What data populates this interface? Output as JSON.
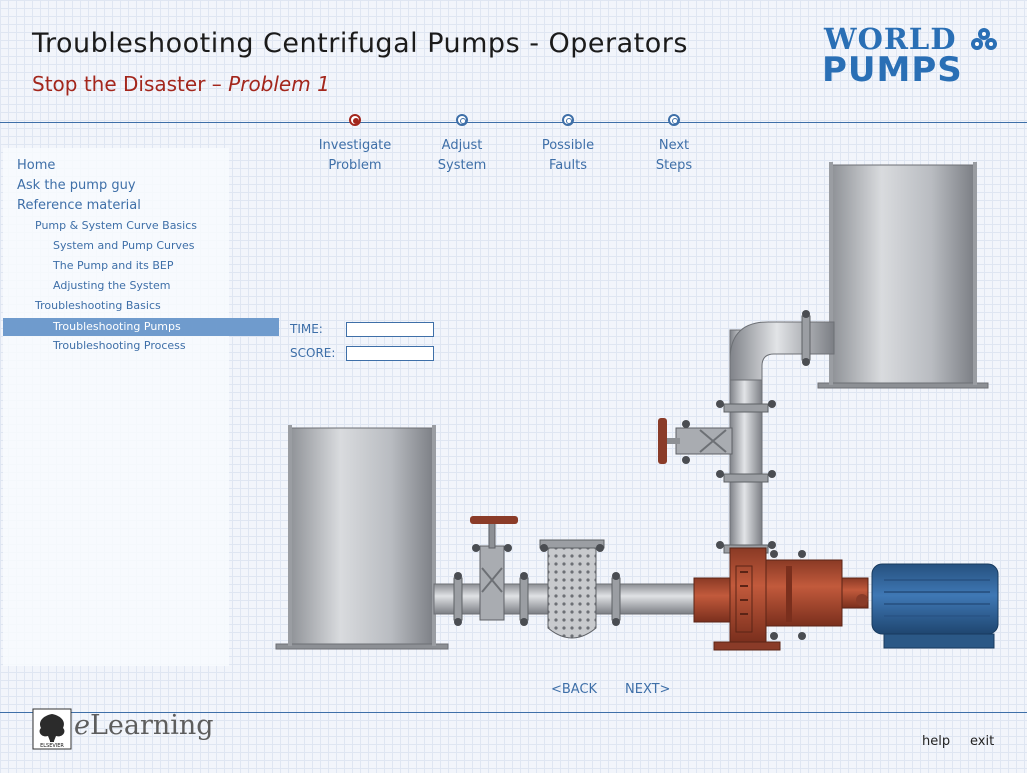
{
  "header": {
    "title": "Troubleshooting Centrifugal Pumps - Operators",
    "subtitle_prefix": "Stop the Disaster – ",
    "subtitle_problem": "Problem 1",
    "logo_line1": "WORLD",
    "logo_line2": "PUMPS"
  },
  "steps": [
    {
      "line1": "Investigate",
      "line2": "Problem",
      "active": true
    },
    {
      "line1": "Adjust",
      "line2": "System",
      "active": false
    },
    {
      "line1": "Possible",
      "line2": "Faults",
      "active": false
    },
    {
      "line1": "Next",
      "line2": "Steps",
      "active": false
    }
  ],
  "sidebar": {
    "items": [
      {
        "label": "Home",
        "level": 0
      },
      {
        "label": "Ask the pump guy",
        "level": 0
      },
      {
        "label": "Reference material",
        "level": 0
      },
      {
        "label": "Pump & System Curve Basics",
        "level": 1
      },
      {
        "label": "System and Pump Curves",
        "level": 2
      },
      {
        "label": "The Pump and its BEP",
        "level": 2
      },
      {
        "label": "Adjusting the System",
        "level": 2
      },
      {
        "label": "Troubleshooting Basics",
        "level": 1
      },
      {
        "label": "Troubleshooting Pumps",
        "level": 2,
        "selected": true
      },
      {
        "label": "Troubleshooting Process",
        "level": 2
      }
    ]
  },
  "game": {
    "time_label": "TIME:",
    "time_value": "",
    "score_label": "SCORE:",
    "score_value": ""
  },
  "pager": {
    "back_label": "<BACK",
    "next_label": "NEXT>"
  },
  "footer": {
    "elearning_e": "e",
    "elearning_rest": "Learning",
    "elsevier": "ELSEVIER",
    "help_label": "help",
    "exit_label": "exit"
  },
  "colors": {
    "accent": "#3e6fa8",
    "problem_red": "#a3261c",
    "selected_nav": "#6f9bcd",
    "pump_rust": "#a8452d",
    "motor_blue": "#2e5f95"
  },
  "icons": {
    "step_marker": "radio-dot-icon",
    "logo_mark": "world-pumps-mark-icon",
    "publisher": "elsevier-tree-icon"
  }
}
